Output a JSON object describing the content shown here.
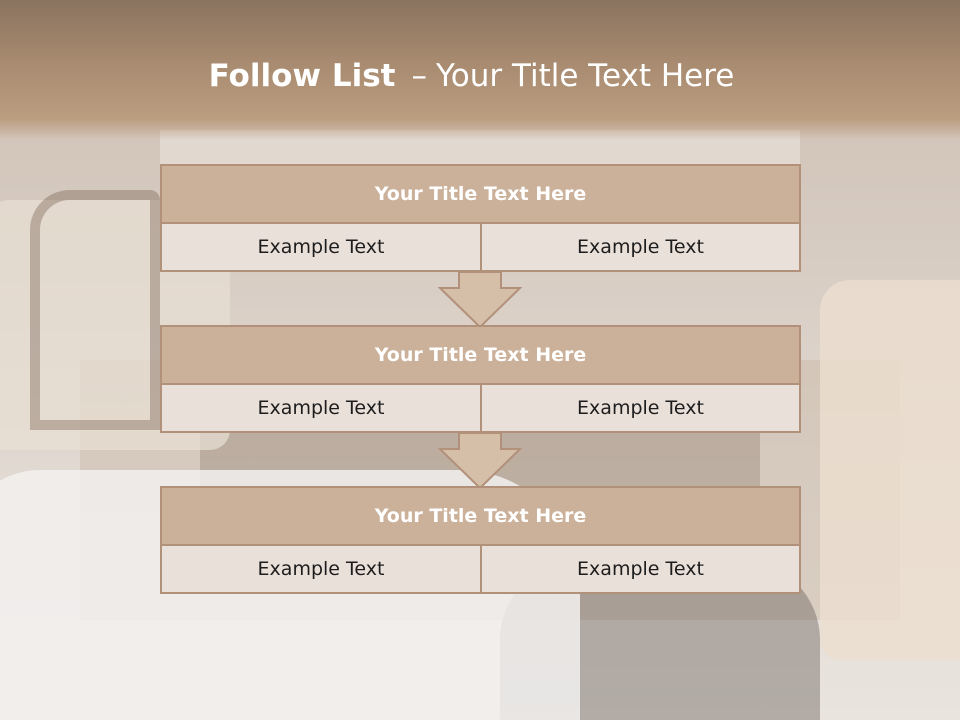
{
  "slide_title": {
    "bold": "Follow List",
    "separator": "–",
    "rest": "Your Title Text Here"
  },
  "steps": [
    {
      "title": "Your Title Text Here",
      "left": "Example Text",
      "right": "Example Text"
    },
    {
      "title": "Your Title Text Here",
      "left": "Example Text",
      "right": "Example Text"
    },
    {
      "title": "Your Title Text Here",
      "left": "Example Text",
      "right": "Example Text"
    }
  ],
  "colors": {
    "header": "#a88b70",
    "block_title": "#cbb09a",
    "block_cell": "#eae0da",
    "border": "#b2917a",
    "arrow_fill": "#d6bfa9"
  }
}
